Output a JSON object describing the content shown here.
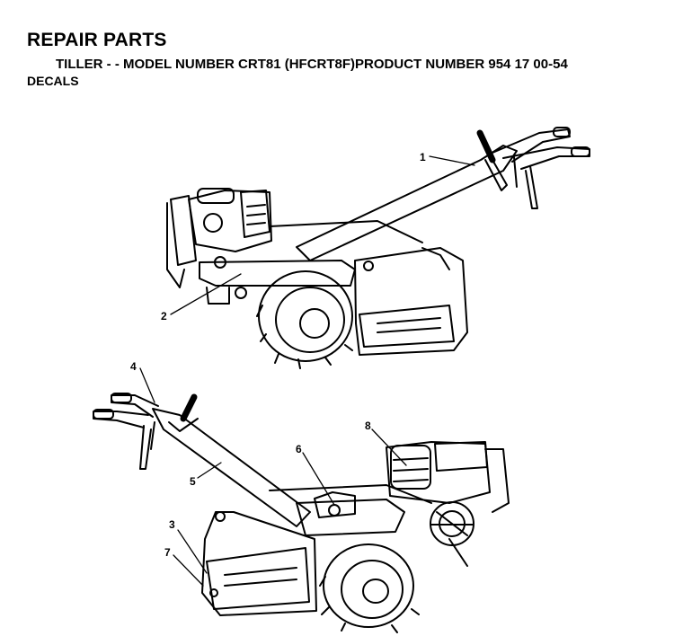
{
  "header": {
    "title": "REPAIR PARTS",
    "subtitle": "TILLER - - MODEL NUMBER CRT81 (HFCRT8F)PRODUCT NUMBER 954 17 00-54",
    "section": "DECALS"
  },
  "callouts": [
    {
      "id": "1",
      "label": "1"
    },
    {
      "id": "2",
      "label": "2"
    },
    {
      "id": "3",
      "label": "3"
    },
    {
      "id": "4",
      "label": "4"
    },
    {
      "id": "5",
      "label": "5"
    },
    {
      "id": "6",
      "label": "6"
    },
    {
      "id": "7",
      "label": "7"
    },
    {
      "id": "8",
      "label": "8"
    }
  ]
}
